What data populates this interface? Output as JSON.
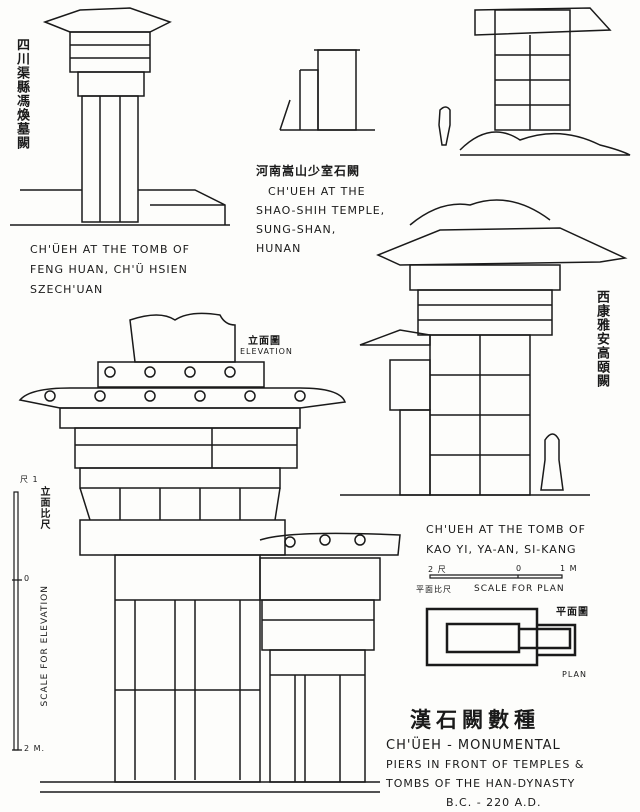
{
  "drawings": {
    "feng_huan": {
      "label_cn": "四川渠縣馮煥墓闕",
      "caption": [
        "CH'ÜEH AT THE TOMB OF",
        "FENG HUAN, CH'Ü HSIEN",
        "SZECH'UAN"
      ]
    },
    "shao_shih": {
      "label_cn": "河南嵩山少室石闕",
      "caption": [
        "CH'UEH AT THE",
        "SHAO-SHIH TEMPLE,",
        "SUNG-SHAN,",
        "HUNAN"
      ]
    },
    "kao_yi": {
      "label_cn": "西康雅安高頤闕",
      "caption": [
        "CH'UEH AT THE TOMB OF",
        "KAO YI, YA-AN, SI-KANG"
      ]
    },
    "elevation": {
      "label_cn": "立面圖",
      "label": "ELEVATION"
    },
    "plan": {
      "label_cn": "平面圖",
      "label": "PLAN"
    }
  },
  "scales": {
    "plan": {
      "left": "2 尺",
      "zero": "0",
      "right": "1 M",
      "label_cn": "平面比尺",
      "label": "SCALE FOR PLAN"
    },
    "elevation": {
      "top": "尺 1",
      "zero": "0",
      "bottom": "2 M.",
      "label_cn": "立面比尺",
      "label": "SCALE FOR ELEVATION"
    }
  },
  "title": {
    "cn": "漢石闕數種",
    "lines": [
      "CH'ÜEH - MONUMENTAL",
      "PIERS IN FRONT OF TEMPLES &",
      "TOMBS OF THE HAN-DYNASTY",
      "B.C. - 220 A.D."
    ]
  }
}
